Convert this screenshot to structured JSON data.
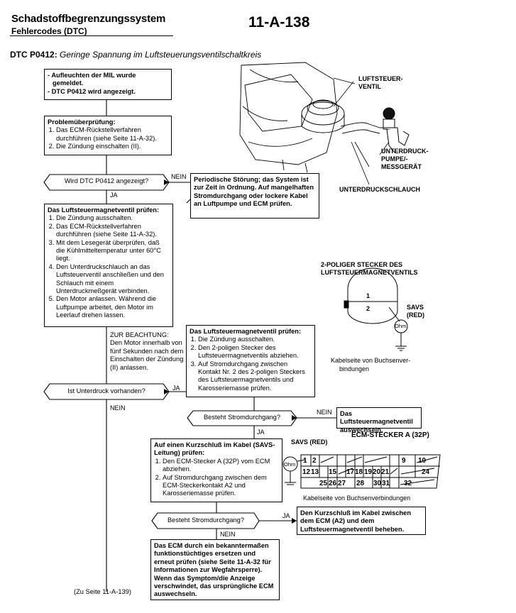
{
  "header": {
    "title": "Schadstoffbegrenzungssystem",
    "subtitle": "Fehlercodes (DTC)",
    "page_number": "11-A-138"
  },
  "dtc": {
    "code": "DTC P0412:",
    "description": "Geringe Spannung im Luftsteuerungsventilschaltkreis"
  },
  "flow": {
    "start_lines": [
      "- Aufleuchten der MIL wurde",
      "gemeldet.",
      "- DTC P0412 wird angezeigt."
    ],
    "problem_title": "Problemüberprüfung:",
    "problem_steps": [
      "Das ECM-Rückstellverfahren durchführen (siehe Seite 11-A-32).",
      "Die Zündung einschalten (II)."
    ],
    "decision1": "Wird DTC P0412 angezeigt?",
    "decision1_no": "NEIN",
    "decision1_yes": "JA",
    "intermittent": "Periodische Störung; das System ist zur Zeit in Ordnung. Auf mangelhaften Stromdurchgang oder lockere Kabel an Luftpumpe und ECM prüfen.",
    "check1_title": "Das Luftsteuermagnetventil prüfen:",
    "check1_steps": [
      "Die Zündung ausschalten.",
      "Das ECM-Rückstellverfahren durchführen (siehe Seite 11-A-32).",
      "Mit dem Lesegerät überprüfen, daß die Kühlmitteltemperatur unter 60°C liegt.",
      "Den Unterdruckschlauch an das Luftsteuerventil anschließen und den Schlauch mit einem Unterdruckmeßgerät verbinden.",
      "Den Motor anlassen. Während die Luftpumpe arbeitet, den Motor im Leerlauf drehen lassen."
    ],
    "note_title": "ZUR BEACHTUNG:",
    "note_text": "Den Motor innerhalb von fünf Sekunden nach dem Einschalten der Zündung (II) anlassen.",
    "decision2": "Ist Unterdruck vorhanden?",
    "decision2_yes": "JA",
    "decision2_no": "NEIN",
    "check2_title": "Das Luftsteuermagnetventil prüfen:",
    "check2_steps": [
      "Die Zündung ausschalten.",
      "Den 2-poligen Stecker des Luftsteuermagnetventils abziehen.",
      "Auf Stromdurchgang zwischen Kontakt Nr. 2 des 2-poligen Steckers des Luftsteuermagnetventils und Karosseriemasse prüfen."
    ],
    "decision3": "Besteht Stromdurchgang?",
    "decision3_no": "NEIN",
    "decision3_yes": "JA",
    "replace_valve": "Das Luftsteuermagnetventil auswechseln.",
    "short_title": "Auf einen Kurzschluß im Kabel (SAVS-Leitung) prüfen:",
    "short_steps": [
      "Den ECM-Stecker A (32P) vom ECM abziehen.",
      "Auf Stromdurchgang zwischen dem ECM-Steckerkontakt A2 und Karosseriemasse prüfen."
    ],
    "decision4": "Besteht Stromdurchgang?",
    "decision4_yes": "JA",
    "decision4_no": "NEIN",
    "repair_short": "Den Kurzschluß im Kabel zwischen dem ECM (A2) und dem Luftsteuermagnetventil beheben.",
    "replace_ecm": "Das ECM durch ein bekanntermaßen funktionstüchtiges ersetzen und erneut prüfen (siehe Seite 11-A-32 für Informationen zur Wegfahrsperre). Wenn das Symptom/die Anzeige verschwindet, das ursprüngliche ECM auswechseln.",
    "continue_ref": "(Zu Seite 11-A-139)"
  },
  "figures": {
    "valve_label_1": "LUFTSTEUER-",
    "valve_label_2": "VENTIL",
    "pump_label_1": "UNTERDRUCK-",
    "pump_label_2": "PUMPE/-",
    "pump_label_3": "MESSGERÄT",
    "hose_label": "UNTERDRUCKSCHLAUCH",
    "conn_title_1": "2-POLIGER STECKER DES",
    "conn_title_2": "LUFTSTEUERMAGNETVENTILS",
    "conn_pin1": "1",
    "conn_pin2": "2",
    "savs_1": "SAVS",
    "savs_2": "(RED)",
    "ohm": "Ohm",
    "conn_caption_1": "Kabelseite von Buchsenver-",
    "conn_caption_2": "bindungen",
    "ecm_title": "ECM-STECKER A (32P)",
    "ecm_savs": "SAVS (RED)",
    "ecm_row1": [
      "1",
      "2",
      "",
      "",
      "",
      "9",
      "10"
    ],
    "ecm_row2": [
      "12",
      "13",
      "",
      "15",
      "",
      "17",
      "18",
      "19",
      "20",
      "21",
      "",
      "24"
    ],
    "ecm_row3": [
      "25",
      "26",
      "27",
      "28",
      "30",
      "31",
      "32"
    ],
    "ecm_caption": "Kabelseite von Buchsenverbindungen"
  }
}
